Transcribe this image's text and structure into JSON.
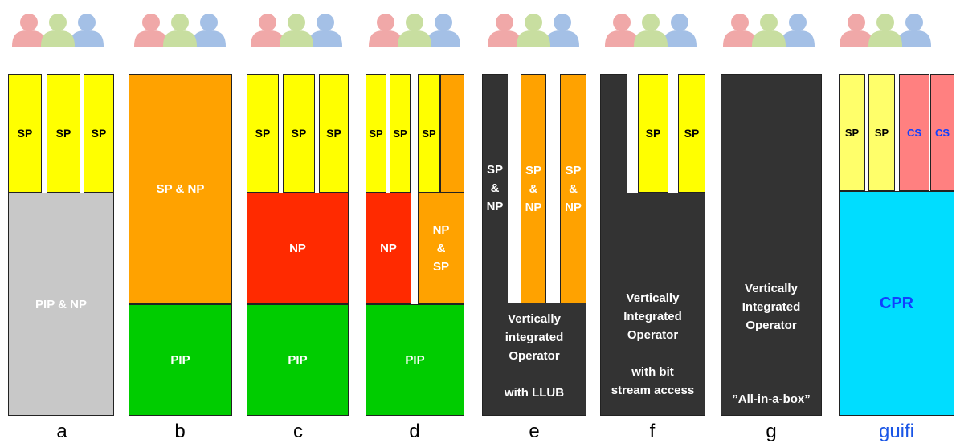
{
  "people_icon": "users-group-icon",
  "colors": {
    "sp": "#ffff00",
    "np_orange": "#ffa200",
    "grey": "#c8c8c8",
    "np_red": "#ff2a00",
    "pip_green": "#00cc00",
    "vio_dark": "#333333",
    "cs_pink": "#ff8080",
    "cpr_cyan": "#00ddff",
    "guifi_blue": "#1a56e6"
  },
  "labels": {
    "sp": "SP",
    "cs": "CS",
    "sp_np": "SP & NP",
    "sp_np_stacked": "SP\n&\nNP",
    "np_sp_stacked": "NP\n&\nSP",
    "np": "NP",
    "pip": "PIP",
    "pip_np": "PIP & NP",
    "cpr": "CPR"
  },
  "columns": {
    "a": "a",
    "b": "b",
    "c": "c",
    "d": "d",
    "e": "e",
    "f": "f",
    "g": "g",
    "guifi": "guifi"
  },
  "operators": {
    "e": "Vertically\nintegrated\nOperator\n\nwith LLUB",
    "f": "Vertically\nIntegrated\nOperator\n\nwith bit\nstream access",
    "g": "Vertically\nIntegrated\nOperator\n\n\n\n”All-in-a-box”"
  }
}
